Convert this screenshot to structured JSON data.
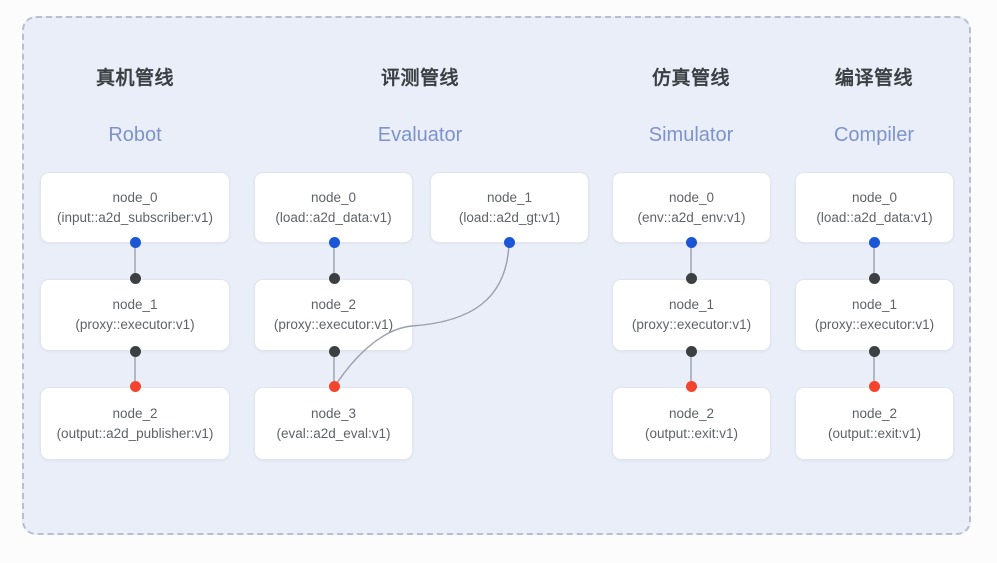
{
  "diagram": {
    "frame": {
      "style": "dashed-rounded-container"
    },
    "columns": [
      {
        "title_cn": "真机管线",
        "title_en": "Robot",
        "nodes": [
          {
            "name": "node_0",
            "signature": "(input::a2d_subscriber:v1)"
          },
          {
            "name": "node_1",
            "signature": "(proxy::executor:v1)"
          },
          {
            "name": "node_2",
            "signature": "(output::a2d_publisher:v1)"
          }
        ]
      },
      {
        "title_cn": "评测管线",
        "title_en": "Evaluator",
        "nodes": [
          {
            "name": "node_0",
            "signature": "(load::a2d_data:v1)"
          },
          {
            "name": "node_1",
            "signature": "(load::a2d_gt:v1)"
          },
          {
            "name": "node_2",
            "signature": "(proxy::executor:v1)"
          },
          {
            "name": "node_3",
            "signature": "(eval::a2d_eval:v1)"
          }
        ]
      },
      {
        "title_cn": "仿真管线",
        "title_en": "Simulator",
        "nodes": [
          {
            "name": "node_0",
            "signature": "(env::a2d_env:v1)"
          },
          {
            "name": "node_1",
            "signature": "(proxy::executor:v1)"
          },
          {
            "name": "node_2",
            "signature": "(output::exit:v1)"
          }
        ]
      },
      {
        "title_cn": "编译管线",
        "title_en": "Compiler",
        "nodes": [
          {
            "name": "node_0",
            "signature": "(load::a2d_data:v1)"
          },
          {
            "name": "node_1",
            "signature": "(proxy::executor:v1)"
          },
          {
            "name": "node_2",
            "signature": "(output::exit:v1)"
          }
        ]
      }
    ],
    "port_colors": {
      "output": "#1a56d6",
      "input": "#3c4043",
      "terminal": "#f4442e"
    },
    "palette": {
      "panel_background": "#e9eef9",
      "panel_border": "#b9bfcc",
      "node_background": "#ffffff",
      "node_border": "#e2e5ec",
      "title_color": "#3b4044",
      "subtitle_color": "#7e93cb",
      "edge_color": "#9aa0ac"
    }
  }
}
